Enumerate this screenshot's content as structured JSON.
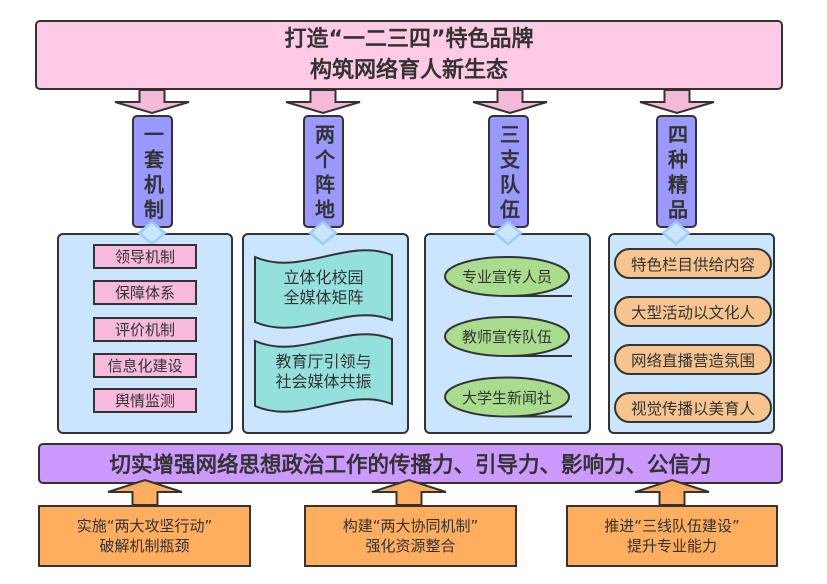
{
  "header": {
    "line1": "打造“一二三四”特色品牌",
    "line2": "构筑网络育人新生态"
  },
  "pillars": [
    {
      "label": "一套机制",
      "items": [
        "领导机制",
        "保障体系",
        "评价机制",
        "信息化建设",
        "舆情监测"
      ]
    },
    {
      "label": "两个阵地",
      "items": [
        {
          "line1": "立体化校园",
          "line2": "全媒体矩阵"
        },
        {
          "line1": "教育厅引领与",
          "line2": "社会媒体共振"
        }
      ]
    },
    {
      "label": "三支队伍",
      "items": [
        "专业宣传人员",
        "教师宣传队伍",
        "大学生新闻社"
      ]
    },
    {
      "label": "四种精品",
      "items": [
        "特色栏目供给内容",
        "大型活动以文化人",
        "网络直播营造氛围",
        "视觉传播以美育人"
      ]
    }
  ],
  "goal": "切实增强网络思想政治工作的传播力、引导力、影响力、公信力",
  "actions": [
    {
      "line1": "实施“两大攻坚行动”",
      "line2": "破解机制瓶颈"
    },
    {
      "line1": "构建“两大协同机制”",
      "line2": "强化资源整合"
    },
    {
      "line1": "推进“三线队伍建设”",
      "line2": "提升专业能力"
    }
  ],
  "colors": {
    "header-fill": "#ffcae5",
    "arrow-down-fill": "#f4b8d8",
    "pillar-fill": "#9999ff",
    "panel-fill": "#cce5ff",
    "diamond-stroke": "#99ccff",
    "list-item-fill": "#f7b9dc",
    "wave-fill": "#94e0dc",
    "ellipse-fill": "#a9dc8c",
    "pill-fill": "#f6c48f",
    "goal-fill": "#cc99ff",
    "action-fill": "#ffad5e",
    "border": "#333333",
    "text": "#333333"
  }
}
